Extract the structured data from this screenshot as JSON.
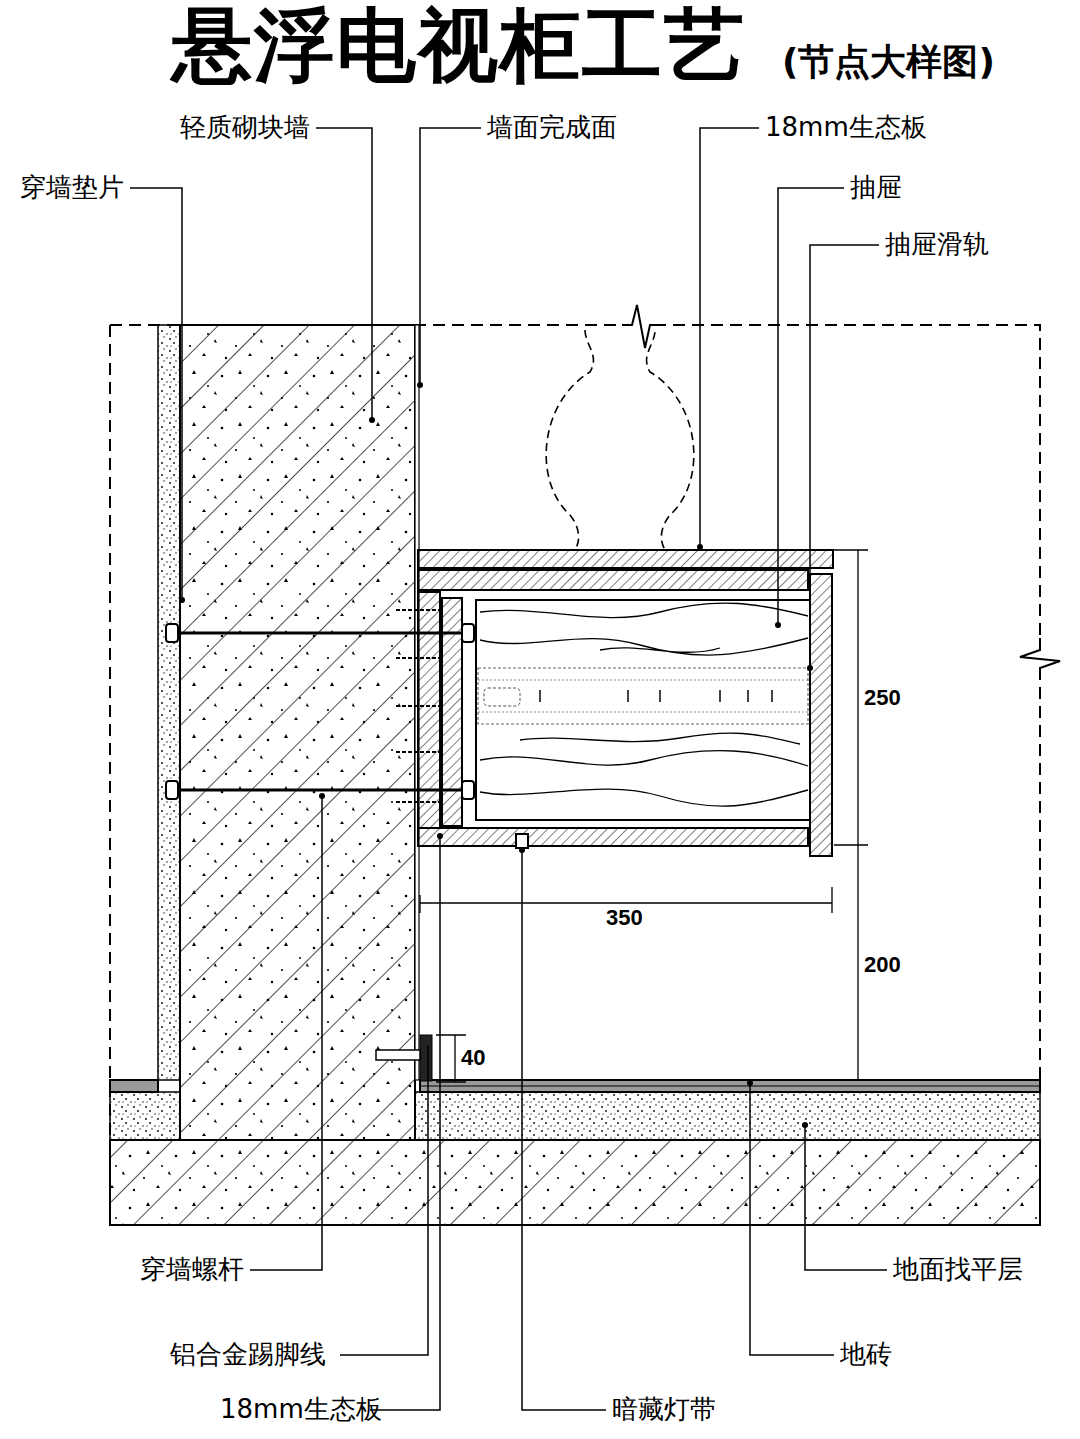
{
  "diagram": {
    "title": "悬浮电视柜工艺",
    "labels": [
      "(节点大样图)",
      "轻质砌块墙",
      "墙面完成面",
      "18mm生态板",
      "抽屉",
      "抽屉滑轨",
      "穿墙垫片",
      "250",
      "350",
      "200",
      "40",
      "穿墙螺杆",
      "地面找平层",
      "铝合金踢脚线",
      "地砖",
      "18mm生态板",
      "暗藏灯带"
    ]
  }
}
